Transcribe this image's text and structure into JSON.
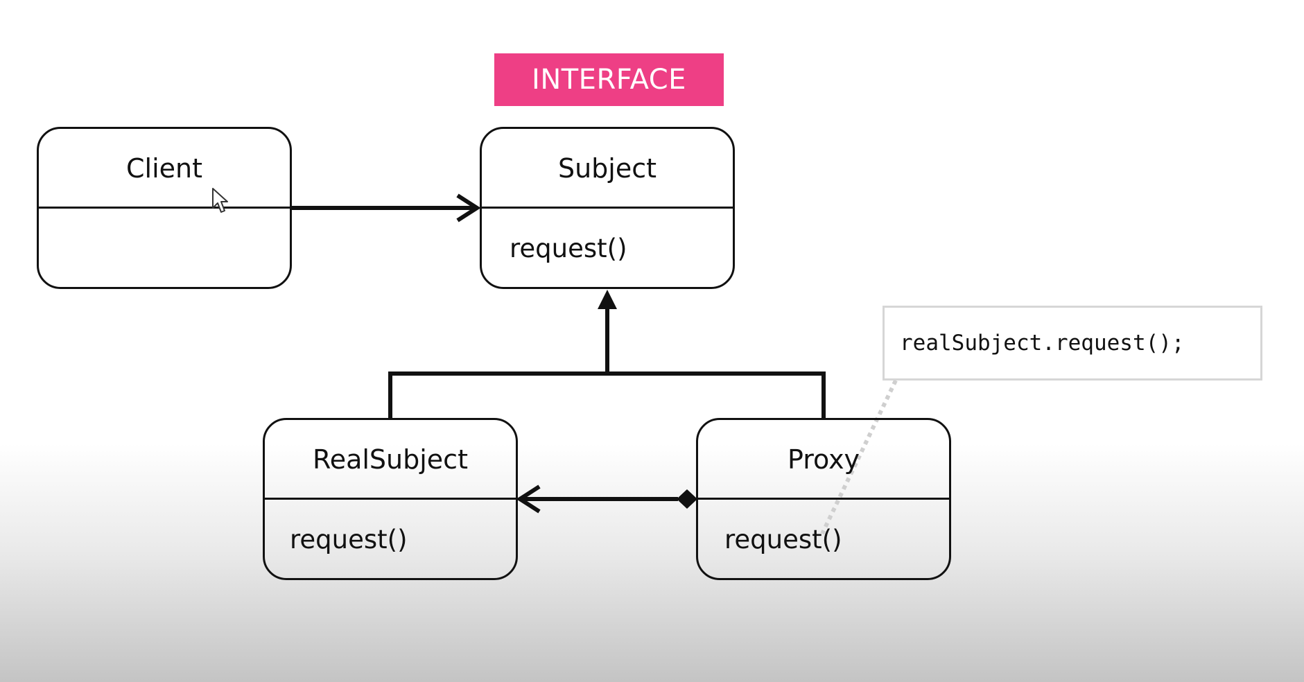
{
  "tag": {
    "label": "INTERFACE",
    "color": "#ee3f85"
  },
  "classes": {
    "client": {
      "name": "Client",
      "operation": ""
    },
    "subject": {
      "name": "Subject",
      "operation": "request()"
    },
    "real_subject": {
      "name": "RealSubject",
      "operation": "request()"
    },
    "proxy": {
      "name": "Proxy",
      "operation": "request()"
    }
  },
  "note": {
    "code": "realSubject.request();"
  },
  "relations": [
    {
      "from": "Client",
      "to": "Subject",
      "kind": "association"
    },
    {
      "from": "RealSubject",
      "to": "Subject",
      "kind": "realization"
    },
    {
      "from": "Proxy",
      "to": "Subject",
      "kind": "realization"
    },
    {
      "from": "Proxy",
      "to": "RealSubject",
      "kind": "composition"
    }
  ],
  "icons": {
    "cursor": "mouse-pointer-icon"
  }
}
